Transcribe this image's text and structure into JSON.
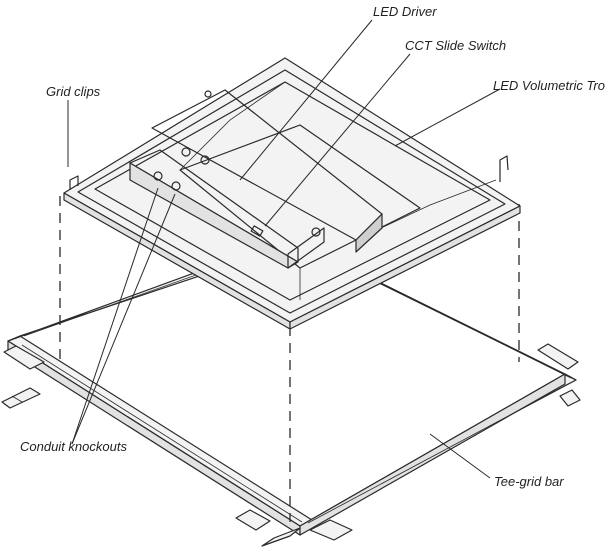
{
  "labels": {
    "led_driver": "LED Driver",
    "cct_slide_switch": "CCT Slide Switch",
    "led_volumetric_troffer": "LED Volumetric Troffer",
    "grid_clips": "Grid clips",
    "conduit_knockouts": "Conduit knockouts",
    "tee_grid_bar": "Tee-grid bar"
  }
}
